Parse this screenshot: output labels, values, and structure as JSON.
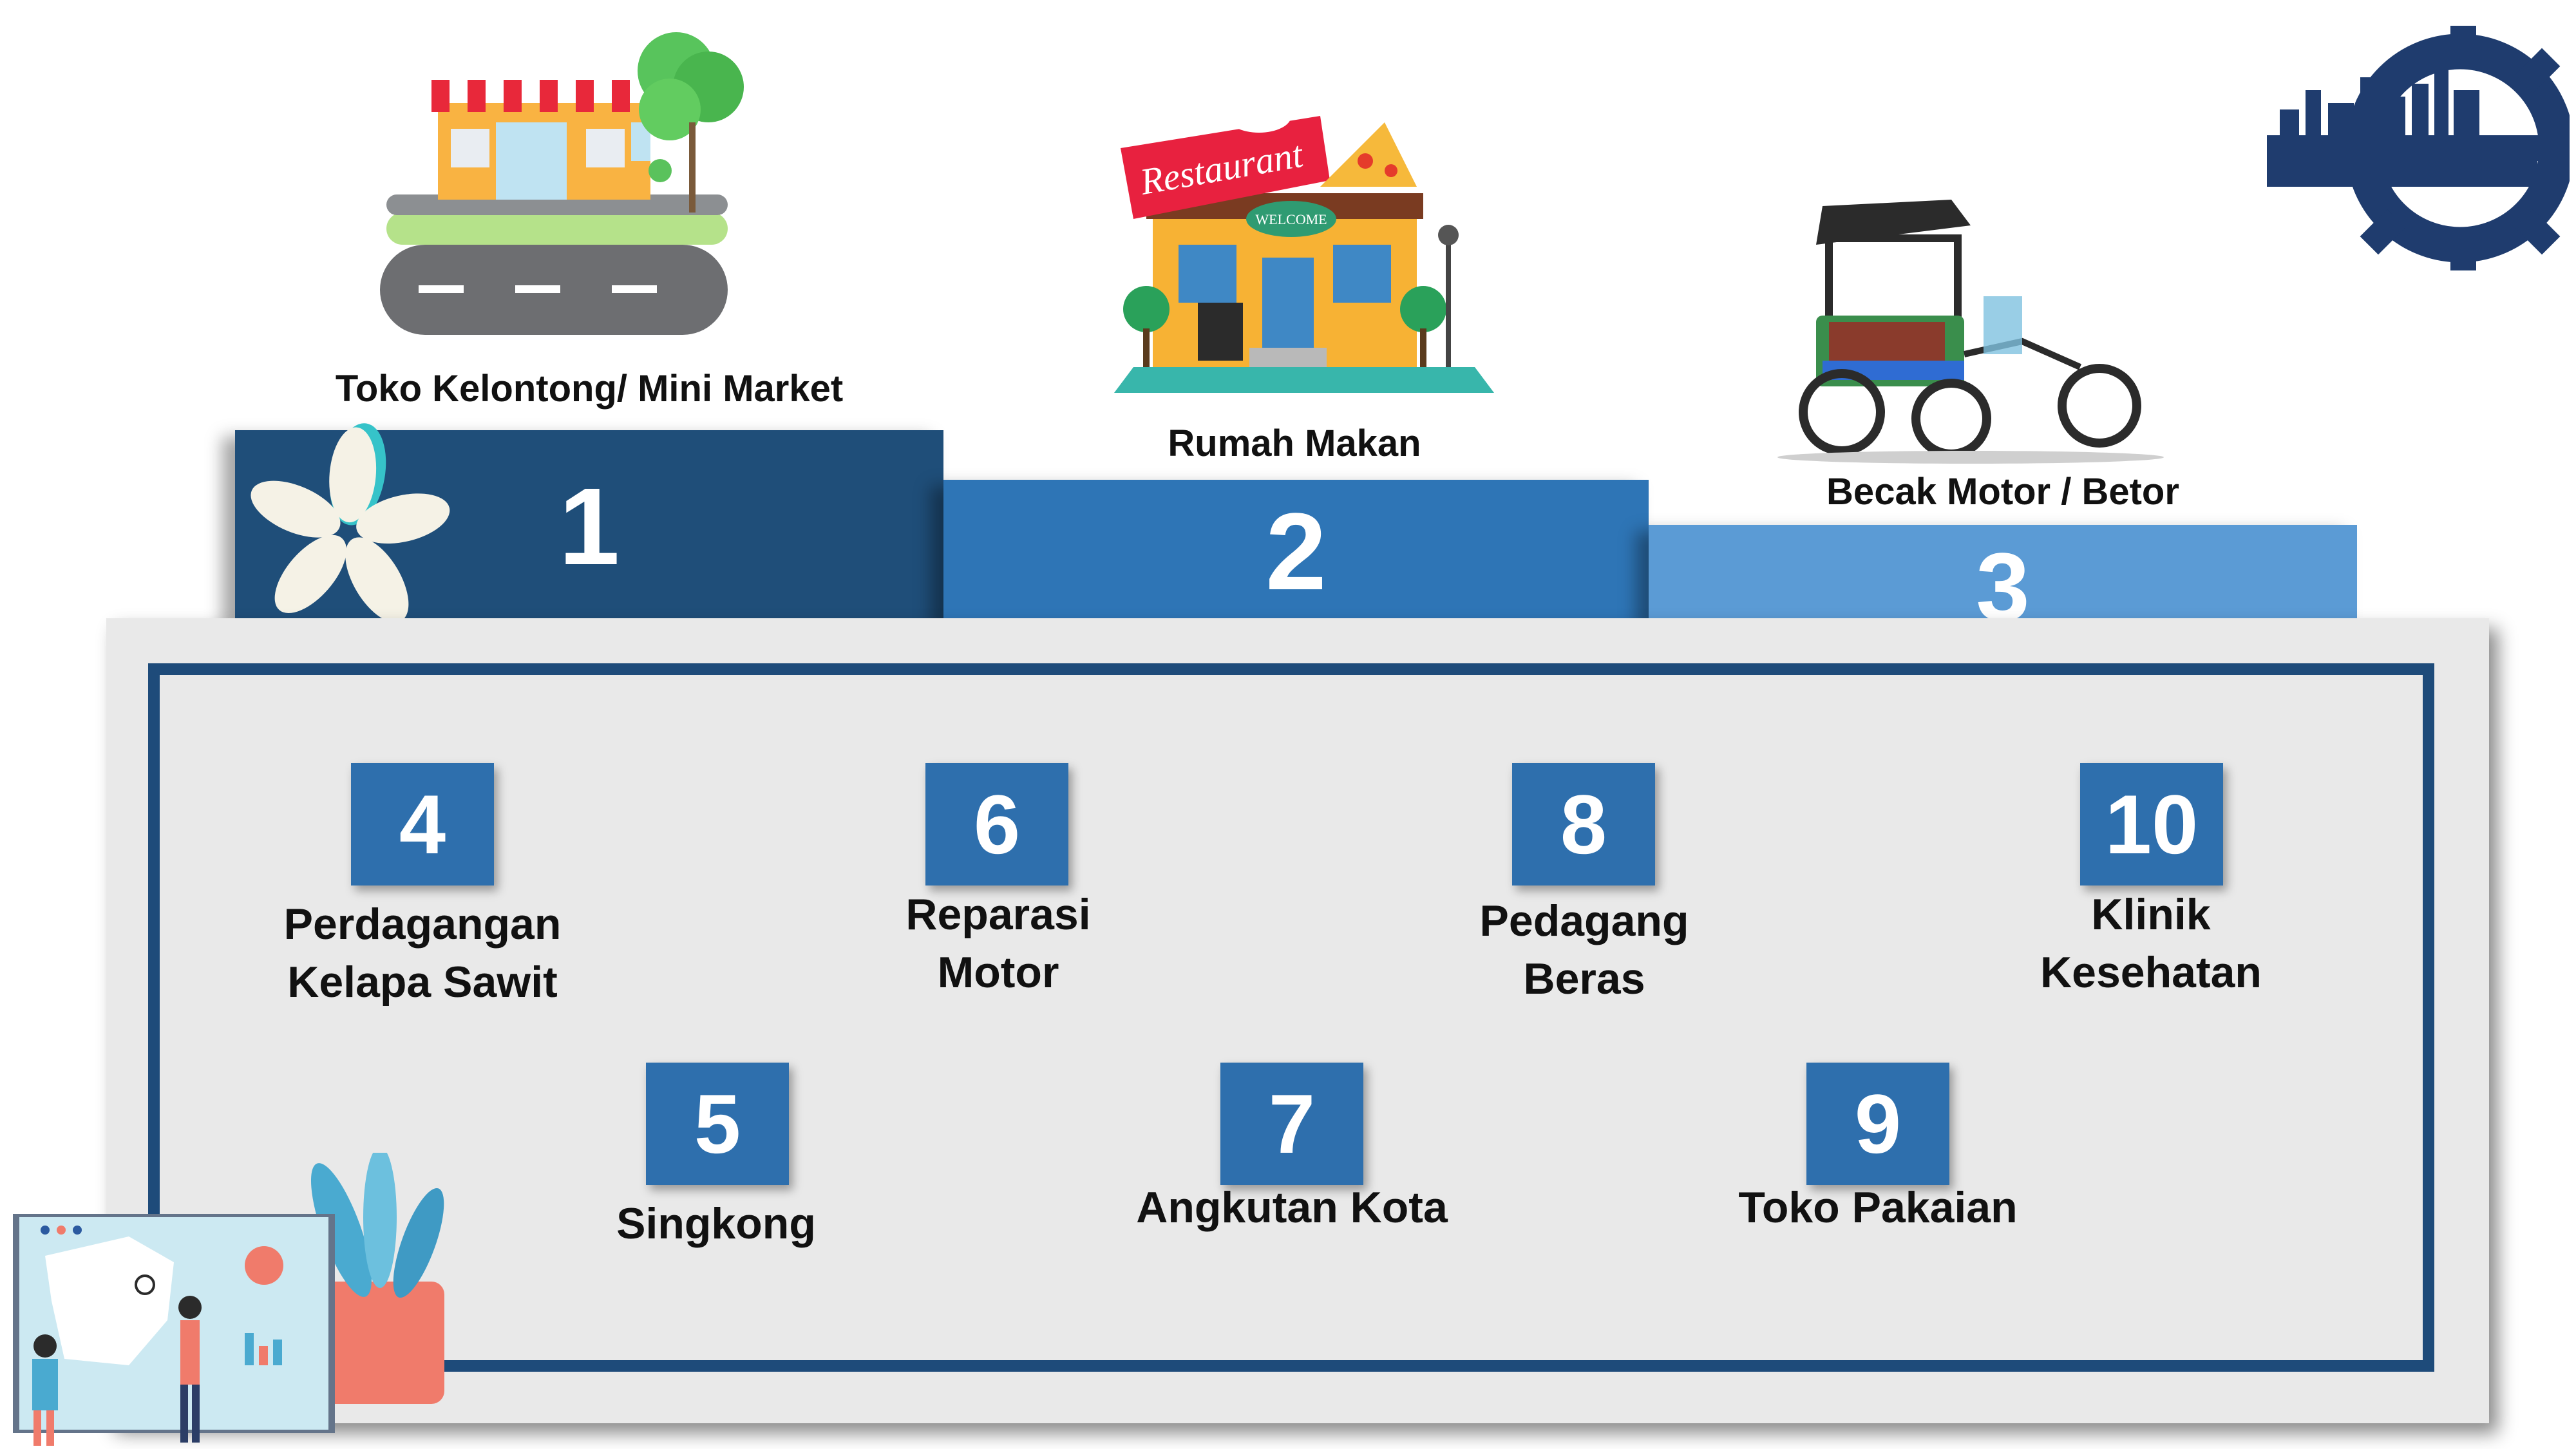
{
  "podium": {
    "first": {
      "rank": "1",
      "label": "Toko Kelontong/ Mini Market"
    },
    "second": {
      "rank": "2",
      "label": "Rumah Makan"
    },
    "third": {
      "rank": "3",
      "label": "Becak Motor / Betor"
    }
  },
  "items": [
    {
      "rank": "4",
      "line1": "Perdagangan",
      "line2": "Kelapa Sawit"
    },
    {
      "rank": "5",
      "line1": "Singkong",
      "line2": ""
    },
    {
      "rank": "6",
      "line1": "Reparasi",
      "line2": "Motor"
    },
    {
      "rank": "7",
      "line1": "Angkutan Kota",
      "line2": ""
    },
    {
      "rank": "8",
      "line1": "Pedagang",
      "line2": "Beras"
    },
    {
      "rank": "9",
      "line1": "Toko Pakaian",
      "line2": ""
    },
    {
      "rank": "10",
      "line1": "Klinik",
      "line2": "Kesehatan"
    }
  ],
  "illustrations": {
    "restaurant_sign": "Restaurant",
    "restaurant_welcome": "WELCOME"
  },
  "colors": {
    "podium_first": "#1f4e79",
    "podium_second": "#2e75b6",
    "podium_third": "#5b9bd5",
    "number_box": "#2e6fad",
    "frame": "#1e4b7a",
    "logo": "#1f3c6e"
  }
}
